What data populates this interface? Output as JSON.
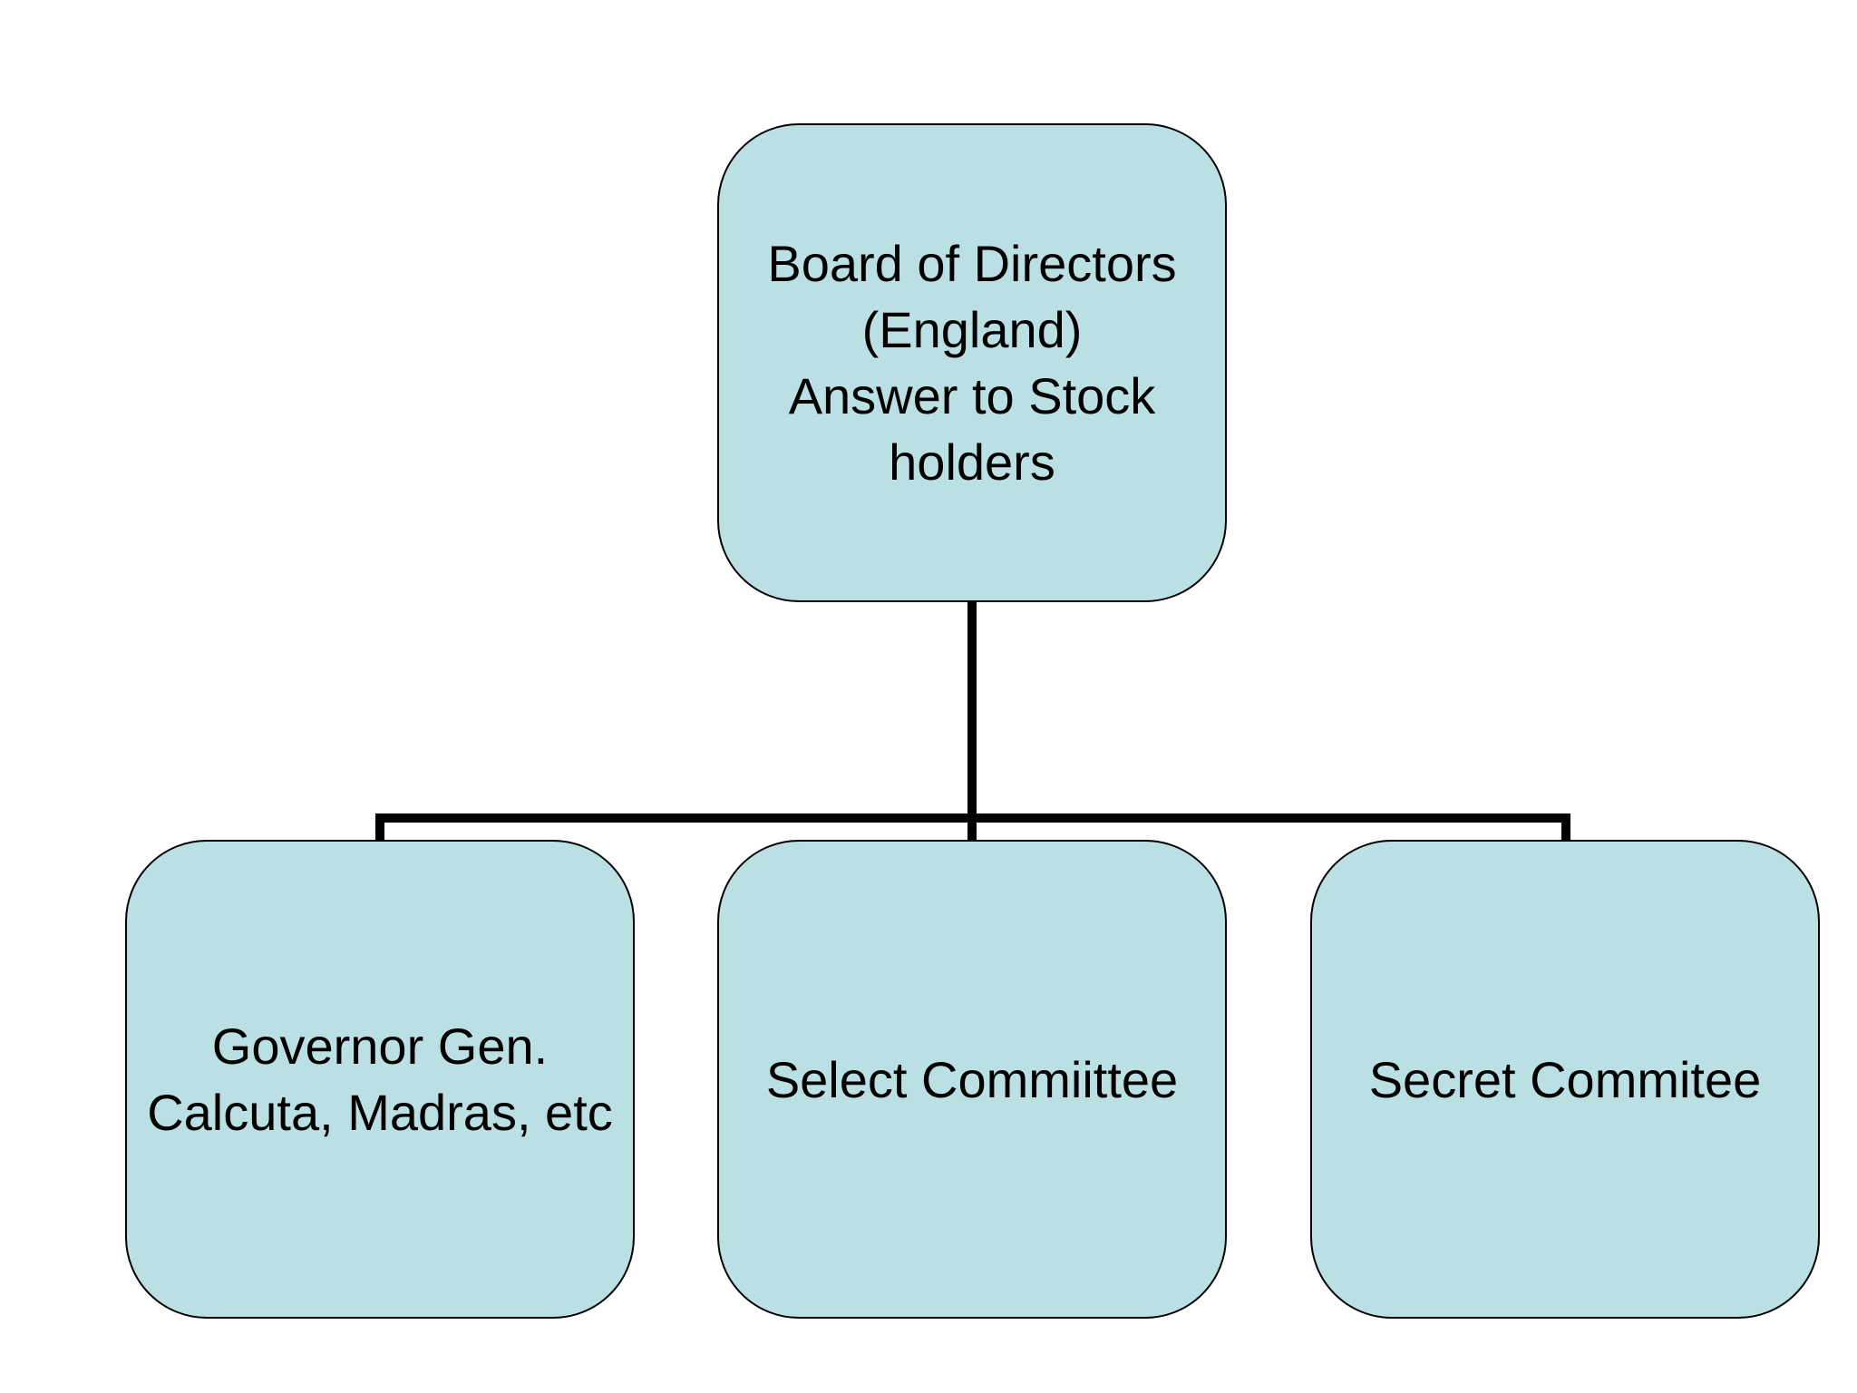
{
  "diagram": {
    "root": {
      "label": "Board of Directors\n(England)\nAnswer to Stock\nholders"
    },
    "children": [
      {
        "label": "Governor Gen.\nCalcuta, Madras, etc"
      },
      {
        "label": "Select Commiittee"
      },
      {
        "label": "Secret Commitee"
      }
    ],
    "colors": {
      "box_fill": "#bbe0e3",
      "box_border": "#000000",
      "connector": "#000000",
      "text": "#000000"
    }
  }
}
